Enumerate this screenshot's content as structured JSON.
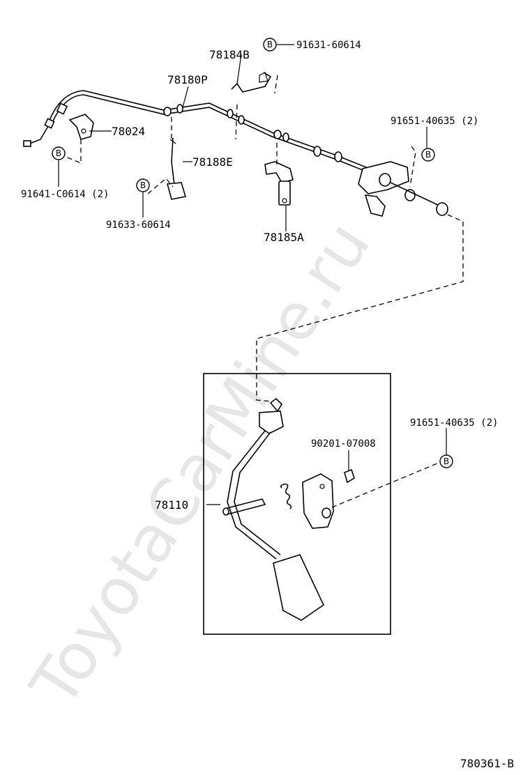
{
  "watermark": "ToyotaCarMine.ru",
  "diagram_id": "780361-B",
  "bolt_symbol": "B",
  "labels": {
    "p91631": "91631-60614",
    "p78184b": "78184B",
    "p78180p": "78180P",
    "p78024": "78024",
    "p91651_top": "91651-40635 (2)",
    "p78188e": "78188E",
    "p91641": "91641-C0614 (2)",
    "p91633": "91633-60614",
    "p78185a": "78185A",
    "p91651_bot": "91651-40635 (2)",
    "p90201": "90201-07008",
    "p78110": "78110"
  }
}
